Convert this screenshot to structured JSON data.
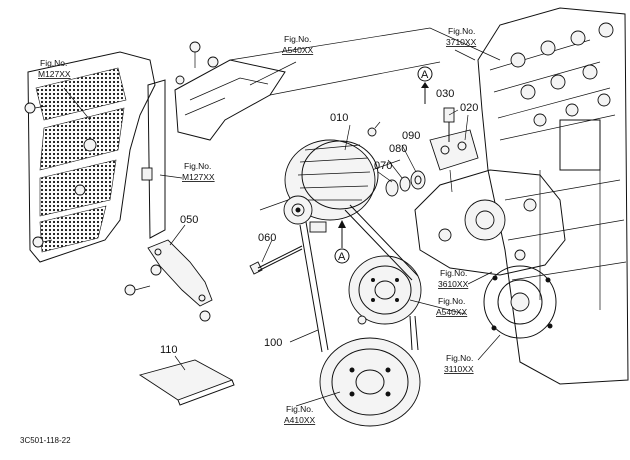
{
  "diagram": {
    "drawing_code": "3C501-118-22",
    "callout_marker": "A",
    "part_numbers": {
      "p010": "010",
      "p020": "020",
      "p030": "030",
      "p050": "050",
      "p060": "060",
      "p070": "070",
      "p080": "080",
      "p090": "090",
      "p100": "100",
      "p110": "110"
    },
    "fig_refs": {
      "fig_prefix": "Fig.No.",
      "m127_top": "M127XX",
      "a540_top": "A540XX",
      "f3710": "3710XX",
      "m127_mid": "M127XX",
      "f3610": "3610XX",
      "a540_mid": "A540XX",
      "f3110": "3110XX",
      "a410": "A410XX"
    }
  }
}
